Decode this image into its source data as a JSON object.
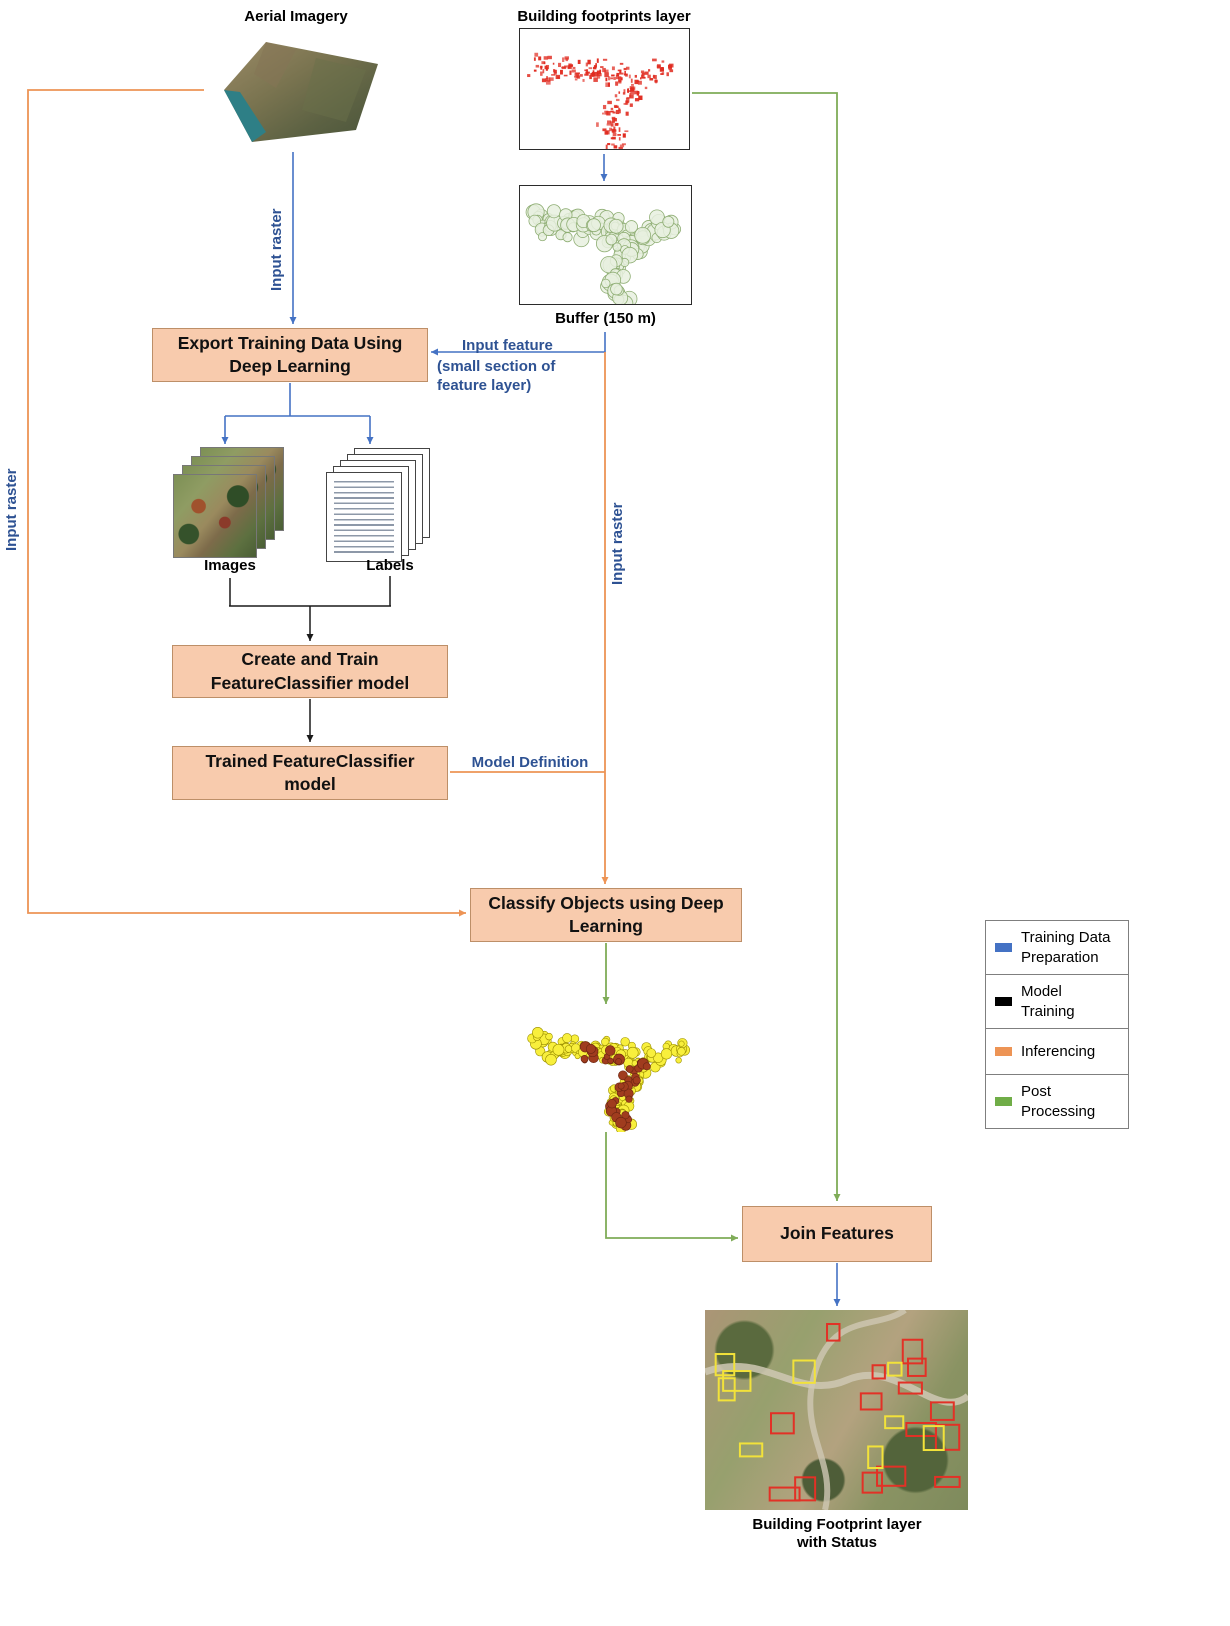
{
  "nodes": {
    "aerial_imagery_label": "Aerial Imagery",
    "building_footprints_label": "Building footprints layer",
    "buffer_label": "Buffer (150 m)",
    "export_training_box": "Export Training Data Using Deep Learning",
    "images_label": "Images",
    "labels_label": "Labels",
    "create_train_box": "Create and Train FeatureClassifier model",
    "trained_model_box": "Trained FeatureClassifier model",
    "classify_objects_box": "Classify Objects using Deep Learning",
    "join_features_box": "Join Features",
    "final_output_label": "Building Footprint layer with Status"
  },
  "edge_labels": {
    "input_raster_aerial": "Input raster",
    "input_raster_far_left": "Input raster",
    "input_raster_buffer": "Input raster",
    "input_feature": "Input feature",
    "input_feature_note": "(small section of feature layer)",
    "model_definition": "Model Definition"
  },
  "legend": {
    "items": [
      {
        "label": "Training Data Preparation",
        "color": "#4472C4"
      },
      {
        "label": "Model Training",
        "color": "#000000"
      },
      {
        "label": "Inferencing",
        "color": "#ED9455"
      },
      {
        "label": "Post Processing",
        "color": "#70AD47"
      }
    ]
  },
  "colors": {
    "process_box_fill": "#F8CBAD",
    "training_data_prep": "#4472C4",
    "model_training": "#000000",
    "inferencing": "#ED9455",
    "post_processing": "#70AD47"
  }
}
